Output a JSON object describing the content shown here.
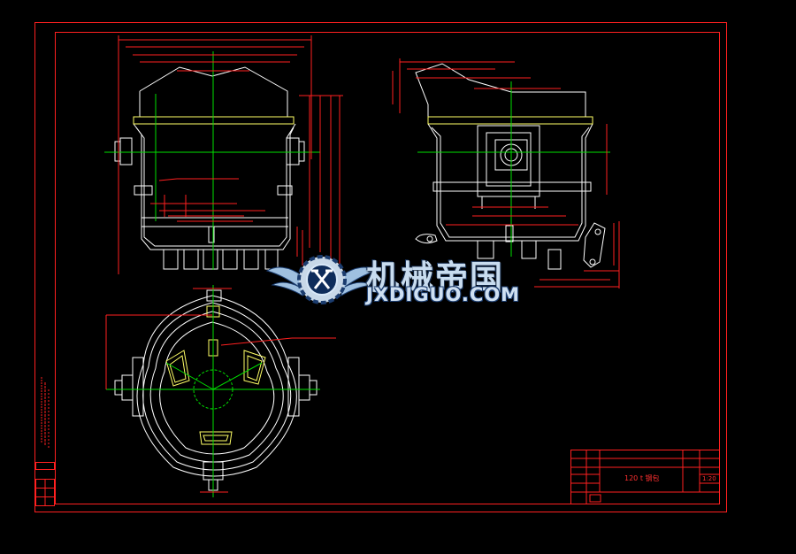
{
  "colors": {
    "frame": "#ff2020",
    "outline": "#ffffff",
    "centerline": "#00e000",
    "dimension": "#ff2020",
    "accent": "#ffff66",
    "background": "#000000"
  },
  "watermark": {
    "logo_icon": "gear-wings-logo-icon",
    "title": "机械帝国",
    "url": "JXDIGUO.COM"
  },
  "title_block": {
    "drawing_name": "120 t 钢包",
    "scale": "1:20"
  }
}
